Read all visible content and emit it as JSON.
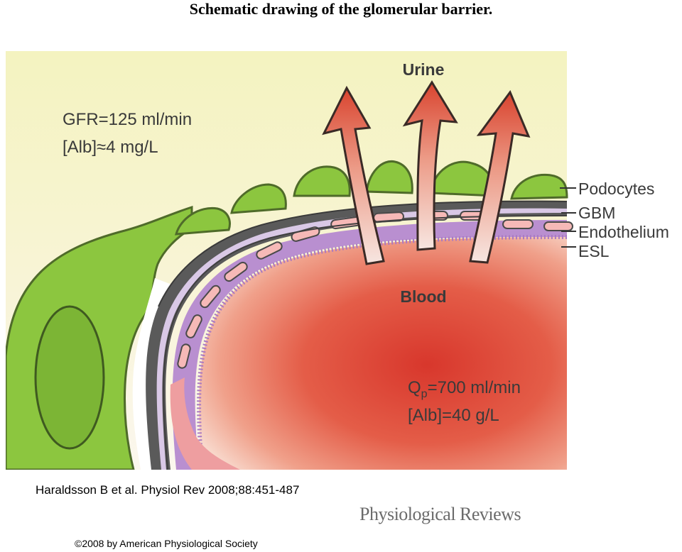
{
  "title": "Schematic drawing of the glomerular barrier.",
  "diagram": {
    "top_label": "Urine",
    "bottom_label": "Blood",
    "filtrate": {
      "gfr": "GFR=125 ml/min",
      "alb": "[Alb]≈4 mg/L"
    },
    "plasma": {
      "qp_main": "Q",
      "qp_sub": "p",
      "qp_value": "=700 ml/min",
      "alb": "[Alb]=40 g/L"
    },
    "layers": [
      "Podocytes",
      "GBM",
      "Endothelium",
      "ESL"
    ],
    "colors": {
      "background": "#f7f5c4",
      "podocyte": "#8cc63f",
      "podocyte_outline": "#4f6b2a",
      "gbm": "#555555",
      "endothelium": "#f2a7a7",
      "esl": "#b98fd0",
      "blood": "#e04a3a",
      "arrow": "#e25a48"
    }
  },
  "citation": "Haraldsson B et al. Physiol Rev 2008;88:451-487",
  "journal": "Physiological Reviews",
  "copyright": "©2008 by American Physiological Society"
}
